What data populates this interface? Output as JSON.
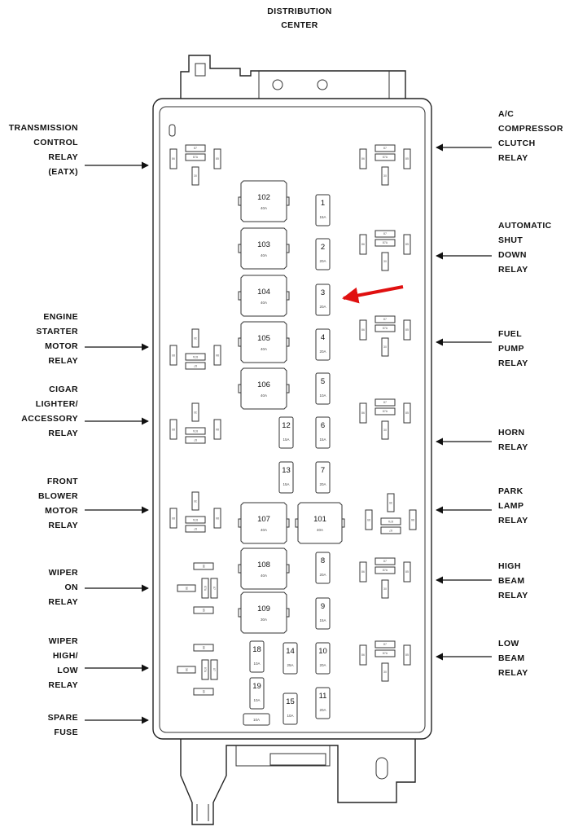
{
  "title": {
    "line1": "DISTRIBUTION",
    "line2": "CENTER"
  },
  "left_labels": [
    {
      "id": "tcr",
      "lines": [
        "TRANSMISSION",
        "CONTROL",
        "RELAY",
        "(EATX)"
      ]
    },
    {
      "id": "esm",
      "lines": [
        "ENGINE",
        "STARTER",
        "MOTOR",
        "RELAY"
      ]
    },
    {
      "id": "cig",
      "lines": [
        "CIGAR",
        "LIGHTER/",
        "ACCESSORY",
        "RELAY"
      ]
    },
    {
      "id": "fbm",
      "lines": [
        "FRONT",
        "BLOWER",
        "MOTOR",
        "RELAY"
      ]
    },
    {
      "id": "wpo",
      "lines": [
        "WIPER",
        "ON",
        "RELAY"
      ]
    },
    {
      "id": "whl",
      "lines": [
        "WIPER",
        "HIGH/",
        "LOW",
        "RELAY"
      ]
    },
    {
      "id": "spr",
      "lines": [
        "SPARE",
        "FUSE"
      ]
    }
  ],
  "right_labels": [
    {
      "id": "acc",
      "lines": [
        "A/C",
        "COMPRESSOR",
        "CLUTCH",
        "RELAY"
      ]
    },
    {
      "id": "asd",
      "lines": [
        "AUTOMATIC",
        "SHUT",
        "DOWN",
        "RELAY"
      ]
    },
    {
      "id": "fpr",
      "lines": [
        "FUEL",
        "PUMP",
        "RELAY"
      ]
    },
    {
      "id": "hrn",
      "lines": [
        "HORN",
        "RELAY"
      ]
    },
    {
      "id": "plr",
      "lines": [
        "PARK",
        "LAMP",
        "RELAY"
      ]
    },
    {
      "id": "hbr",
      "lines": [
        "HIGH",
        "BEAM",
        "RELAY"
      ]
    },
    {
      "id": "lbr",
      "lines": [
        "LOW",
        "BEAM",
        "RELAY"
      ]
    }
  ],
  "maxi_fuses": [
    {
      "num": "102",
      "amp": "40A"
    },
    {
      "num": "103",
      "amp": "40A"
    },
    {
      "num": "104",
      "amp": "40A"
    },
    {
      "num": "105",
      "amp": "40A"
    },
    {
      "num": "106",
      "amp": "40A"
    },
    {
      "num": "107",
      "amp": "40A"
    },
    {
      "num": "101",
      "amp": "40A"
    },
    {
      "num": "108",
      "amp": "40A"
    },
    {
      "num": "109",
      "amp": "30A"
    }
  ],
  "mini_fuses": [
    {
      "num": "1",
      "amp": "15A"
    },
    {
      "num": "2",
      "amp": "20A"
    },
    {
      "num": "3",
      "amp": "20A"
    },
    {
      "num": "4",
      "amp": "20A"
    },
    {
      "num": "5",
      "amp": "10A"
    },
    {
      "num": "6",
      "amp": "15A"
    },
    {
      "num": "7",
      "amp": "20A"
    },
    {
      "num": "8",
      "amp": "20A"
    },
    {
      "num": "9",
      "amp": "15A"
    },
    {
      "num": "10",
      "amp": "20A"
    },
    {
      "num": "11",
      "amp": "20A"
    },
    {
      "num": "12",
      "amp": "15A"
    },
    {
      "num": "13",
      "amp": "15A"
    },
    {
      "num": "14",
      "amp": "25A"
    },
    {
      "num": "15",
      "amp": "10A"
    },
    {
      "num": "18",
      "amp": "10A"
    },
    {
      "num": "19",
      "amp": "10A"
    },
    {
      "num": "spare",
      "amp": "10A"
    }
  ],
  "relay_pins": {
    "p87": "87",
    "p87a": "87A",
    "p86": "86",
    "p85": "85",
    "p30": "30"
  },
  "colors": {
    "highlight_arrow": "#e01010",
    "outline": "#222222"
  }
}
